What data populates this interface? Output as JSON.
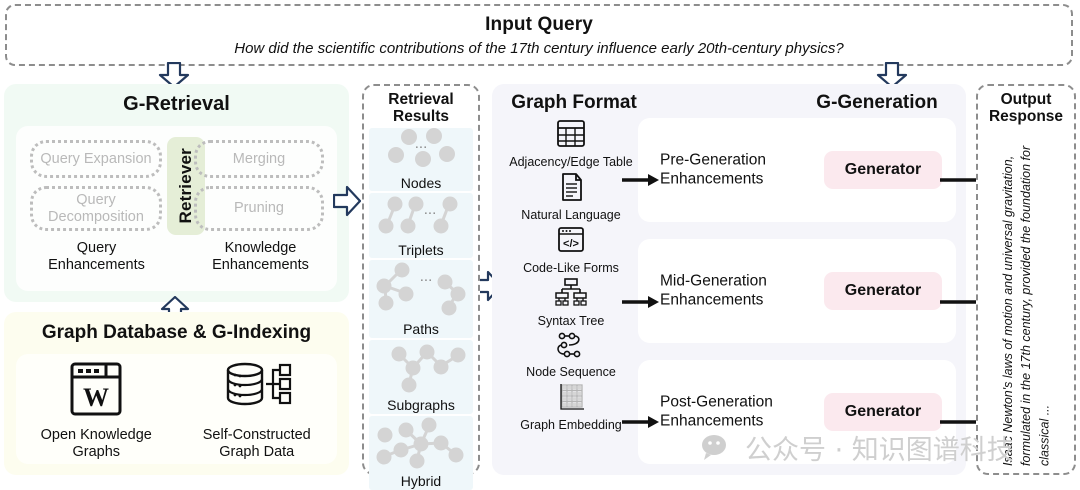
{
  "input_query": {
    "title": "Input Query",
    "text": "How did the scientific contributions of the 17th century influence early 20th-century physics?"
  },
  "g_retrieval": {
    "title": "G-Retrieval",
    "retriever_label": "Retriever",
    "query_enhancements": {
      "caption": "Query\nEnhancements",
      "items": [
        "Query Expansion",
        "Query Decomposition"
      ]
    },
    "knowledge_enhancements": {
      "caption": "Knowledge\nEnhancements",
      "items": [
        "Merging",
        "Pruning"
      ]
    }
  },
  "graph_database": {
    "title": "Graph Database & G-Indexing",
    "items": [
      {
        "label": "Open Knowledge\nGraphs",
        "icon": "wikipedia-window-icon"
      },
      {
        "label": "Self-Constructed\nGraph Data",
        "icon": "database-tree-icon"
      }
    ]
  },
  "retrieval_results": {
    "title": "Retrieval\nResults",
    "items": [
      {
        "label": "Nodes",
        "icon": "nodes-graph-icon"
      },
      {
        "label": "Triplets",
        "icon": "triplets-graph-icon"
      },
      {
        "label": "Paths",
        "icon": "paths-graph-icon"
      },
      {
        "label": "Subgraphs",
        "icon": "subgraph-graph-icon"
      },
      {
        "label": "Hybrid",
        "icon": "hybrid-graph-icon"
      }
    ]
  },
  "graph_format": {
    "title": "Graph Format",
    "items": [
      {
        "label": "Adjacency/Edge Table",
        "icon": "table-icon"
      },
      {
        "label": "Natural Language",
        "icon": "document-text-icon"
      },
      {
        "label": "Code-Like Forms",
        "icon": "code-window-icon"
      },
      {
        "label": "Syntax Tree",
        "icon": "tree-hierarchy-icon"
      },
      {
        "label": "Node Sequence",
        "icon": "node-sequence-icon"
      },
      {
        "label": "Graph Embedding",
        "icon": "embedding-matrix-icon"
      }
    ]
  },
  "g_generation": {
    "title": "G-Generation",
    "rows": [
      {
        "label": "Pre-Generation\nEnhancements",
        "generator_label": "Generator"
      },
      {
        "label": "Mid-Generation\nEnhancements",
        "generator_label": "Generator"
      },
      {
        "label": "Post-Generation\nEnhancements",
        "generator_label": "Generator"
      }
    ]
  },
  "output_response": {
    "title": "Output\nResponse",
    "text": "Isaac Newton's laws of motion and universal gravitation, formulated in the 17th century, provided the foundation for classical ..."
  },
  "watermark": {
    "text": "公众号 · 知识图谱科技",
    "icon": "wechat-icon"
  },
  "colors": {
    "retrieval_panel": "#f1faf4",
    "database_panel": "#fdfdef",
    "main_panel": "#f5f5fa",
    "retriever_box": "#e5eed7",
    "generator_box": "#fbe9ee",
    "result_card": "#eff7fa",
    "arrow_outline": "#23395d",
    "dashed_border": "#8d8d8d",
    "muted_text": "#b9b9b9",
    "node_gray": "#d4d4d4"
  }
}
